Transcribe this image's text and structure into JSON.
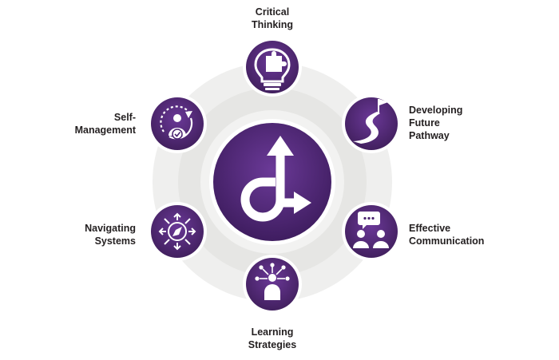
{
  "colors": {
    "purple_dark": "#3f1d60",
    "purple_mid": "#5a2d86",
    "purple_light": "#7a4fa6",
    "ring_outer": "#efefee",
    "ring_inner": "#e4e4e2",
    "white": "#ffffff",
    "text": "#231f20"
  },
  "center": {
    "icon": "directional-arrow-logo-icon"
  },
  "skills": [
    {
      "id": "critical-thinking",
      "label": "Critical\nThinking",
      "icon": "lightbulb-puzzle-icon"
    },
    {
      "id": "developing-future-pathway",
      "label": "Developing\nFuture\nPathway",
      "icon": "winding-road-flag-icon"
    },
    {
      "id": "effective-communication",
      "label": "Effective\nCommunication",
      "icon": "speech-bubble-people-icon"
    },
    {
      "id": "learning-strategies",
      "label": "Learning\nStrategies",
      "icon": "network-person-icon"
    },
    {
      "id": "navigating-systems",
      "label": "Navigating\nSystems",
      "icon": "compass-arrows-icon"
    },
    {
      "id": "self-management",
      "label": "Self-\nManagement",
      "icon": "person-cycle-check-icon"
    }
  ]
}
